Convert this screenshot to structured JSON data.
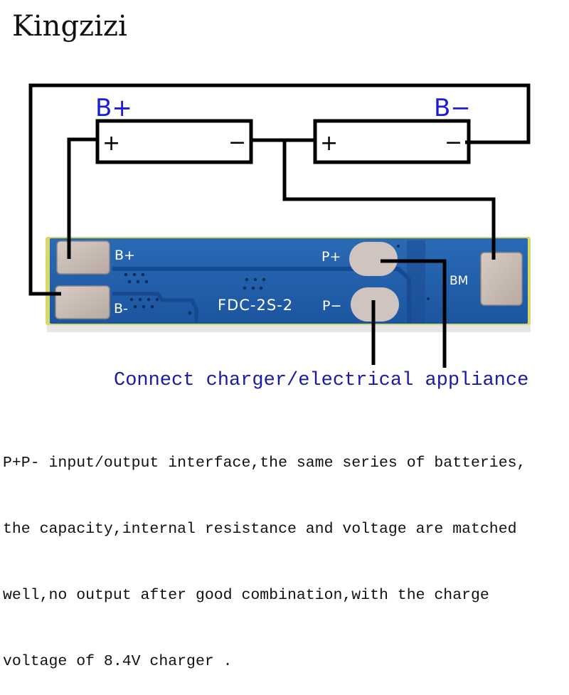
{
  "brand": {
    "name": "Kingzizi"
  },
  "schematic": {
    "battery_1": {
      "plus": "+",
      "minus": "−",
      "label": "B+"
    },
    "battery_2": {
      "plus": "+",
      "minus": "−",
      "label": "B−"
    }
  },
  "pcb": {
    "model": "FDC-2S-2",
    "pads": {
      "b_plus": "B+",
      "b_minus": "B-",
      "p_plus": "P+",
      "p_minus": "P−",
      "bm": "BM"
    }
  },
  "caption": "Connect charger/electrical appliance",
  "description": {
    "lines": [
      "P+P- input/output interface,the same series of batteries,",
      "the capacity,internal resistance and voltage are matched",
      "well,no output after good combination,with the charge",
      "voltage of 8.4V charger ."
    ]
  },
  "colors": {
    "label_blue": "#1a1aa8",
    "pcb_blue": "#1f5fa8",
    "pad_metal": "#c9bdb5",
    "wire": "#000000"
  }
}
